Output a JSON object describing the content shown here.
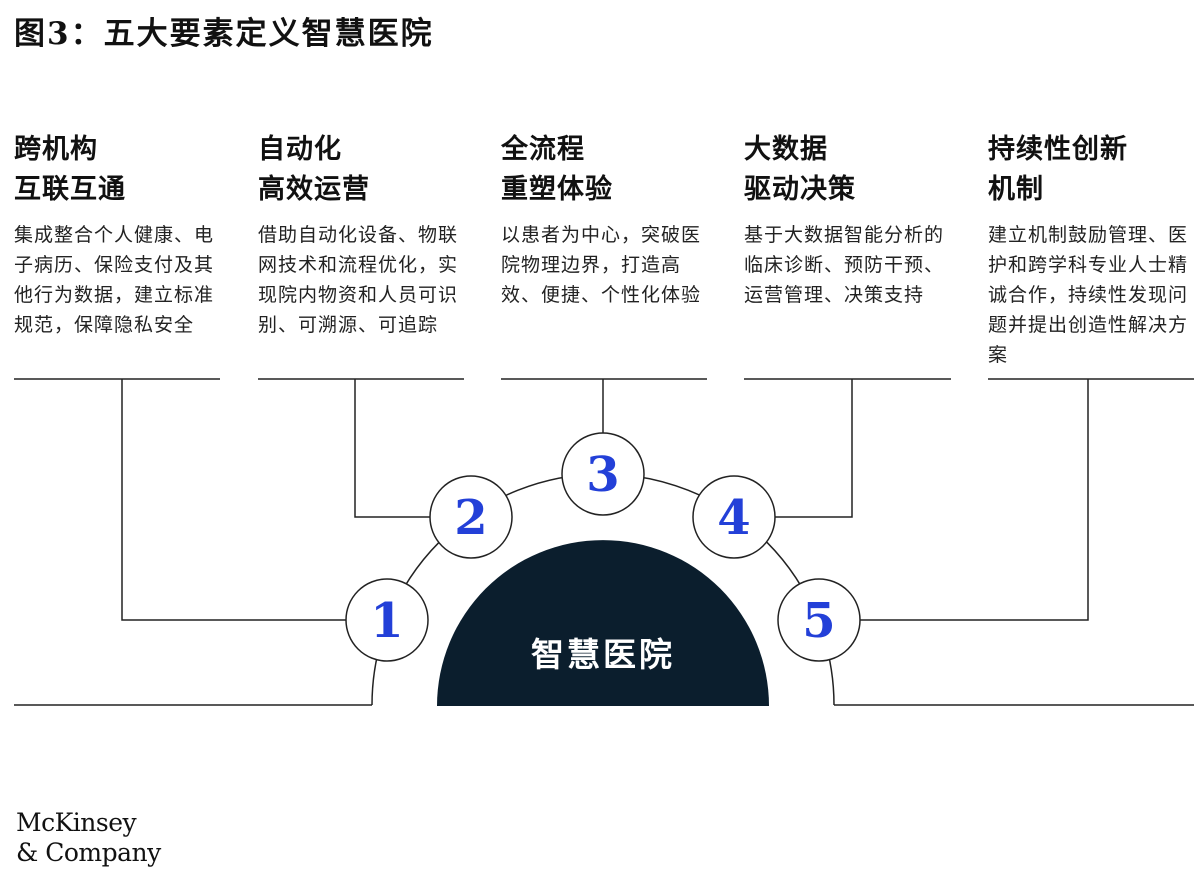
{
  "title": "图3：五大要素定义智慧医院",
  "center_label": "智慧医院",
  "colors": {
    "hub_fill": "#0b1e2d",
    "number_blue": "#2340d8",
    "line": "#222222"
  },
  "elements": [
    {
      "number": "1",
      "heading_line1": "跨机构",
      "heading_line2": "互联互通",
      "body": "集成整合个人健康、电子病历、保险支付及其他行为数据，建立标准规范，保障隐私安全"
    },
    {
      "number": "2",
      "heading_line1": "自动化",
      "heading_line2": "高效运营",
      "body": "借助自动化设备、物联网技术和流程优化，实现院内物资和人员可识别、可溯源、可追踪"
    },
    {
      "number": "3",
      "heading_line1": "全流程",
      "heading_line2": "重塑体验",
      "body": "以患者为中心，突破医院物理边界，打造高效、便捷、个性化体验"
    },
    {
      "number": "4",
      "heading_line1": "大数据",
      "heading_line2": "驱动决策",
      "body": "基于大数据智能分析的临床诊断、预防干预、运营管理、决策支持"
    },
    {
      "number": "5",
      "heading_line1": "持续性创新",
      "heading_line2": "机制",
      "body": "建立机制鼓励管理、医护和跨学科专业人士精诚合作，持续性发现问题并提出创造性解决方案"
    }
  ],
  "brand": {
    "line1": "McKinsey",
    "line2": "& Company"
  }
}
